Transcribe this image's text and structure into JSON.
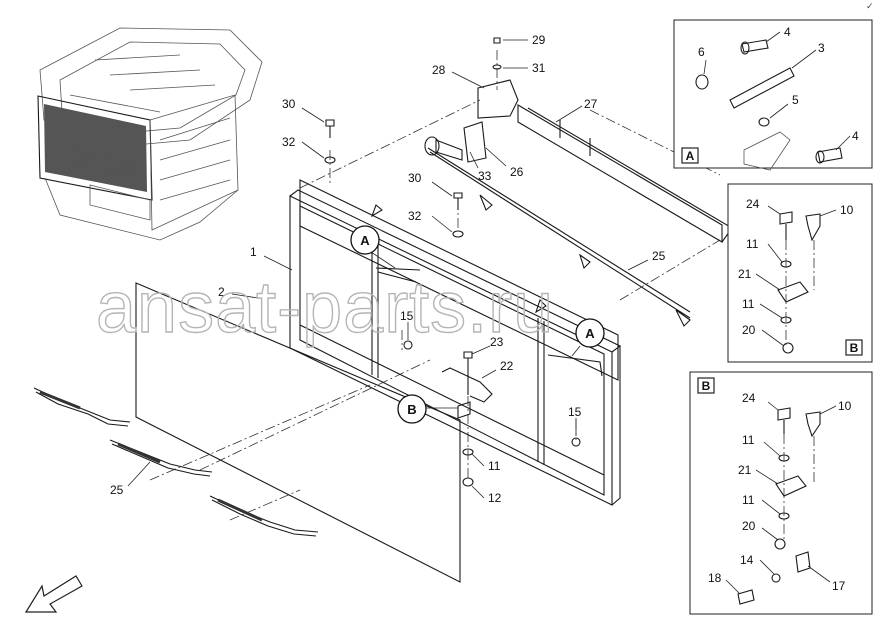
{
  "watermark": "ansat-parts.ru",
  "corner_mark": "✓",
  "detail_boxes": {
    "a": {
      "label": "A",
      "callouts": [
        "4",
        "6",
        "3",
        "5",
        "4"
      ]
    },
    "b_top": {
      "label": "B",
      "callouts": [
        "24",
        "10",
        "11",
        "21",
        "11",
        "20"
      ]
    },
    "b_bottom": {
      "label": "B",
      "callouts": [
        "24",
        "10",
        "11",
        "21",
        "11",
        "20",
        "14",
        "18",
        "17"
      ]
    }
  },
  "view_markers": [
    "A",
    "A",
    "B"
  ],
  "main_callouts": [
    "29",
    "31",
    "28",
    "27",
    "30",
    "32",
    "33",
    "26",
    "30",
    "32",
    "1",
    "25",
    "2",
    "15",
    "23",
    "22",
    "15",
    "11",
    "12",
    "25"
  ]
}
